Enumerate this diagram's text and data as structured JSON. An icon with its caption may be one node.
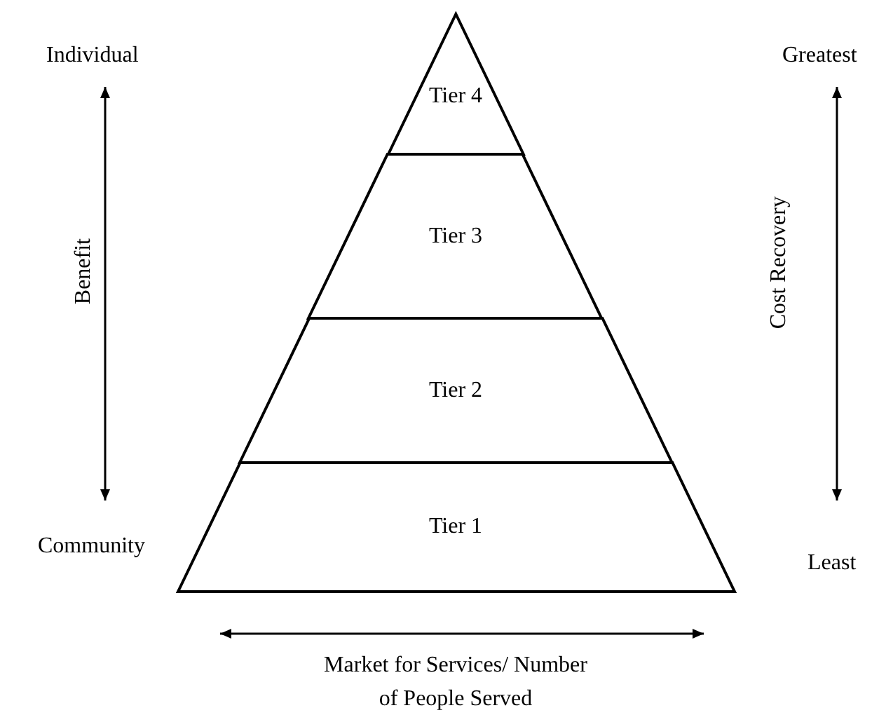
{
  "diagram": {
    "nodes": [
      {
        "text": [
          "Tier 4"
        ]
      },
      {
        "text": [
          "Tier 3"
        ]
      },
      {
        "text": [
          "Tier 2"
        ]
      },
      {
        "text": [
          "Tier 1"
        ]
      }
    ],
    "edges": [],
    "labels": [
      "Individual",
      "Greatest",
      "Benefit",
      "Cost Recovery",
      "Community",
      "Least",
      "Market for Services/ Number of People Served"
    ]
  }
}
